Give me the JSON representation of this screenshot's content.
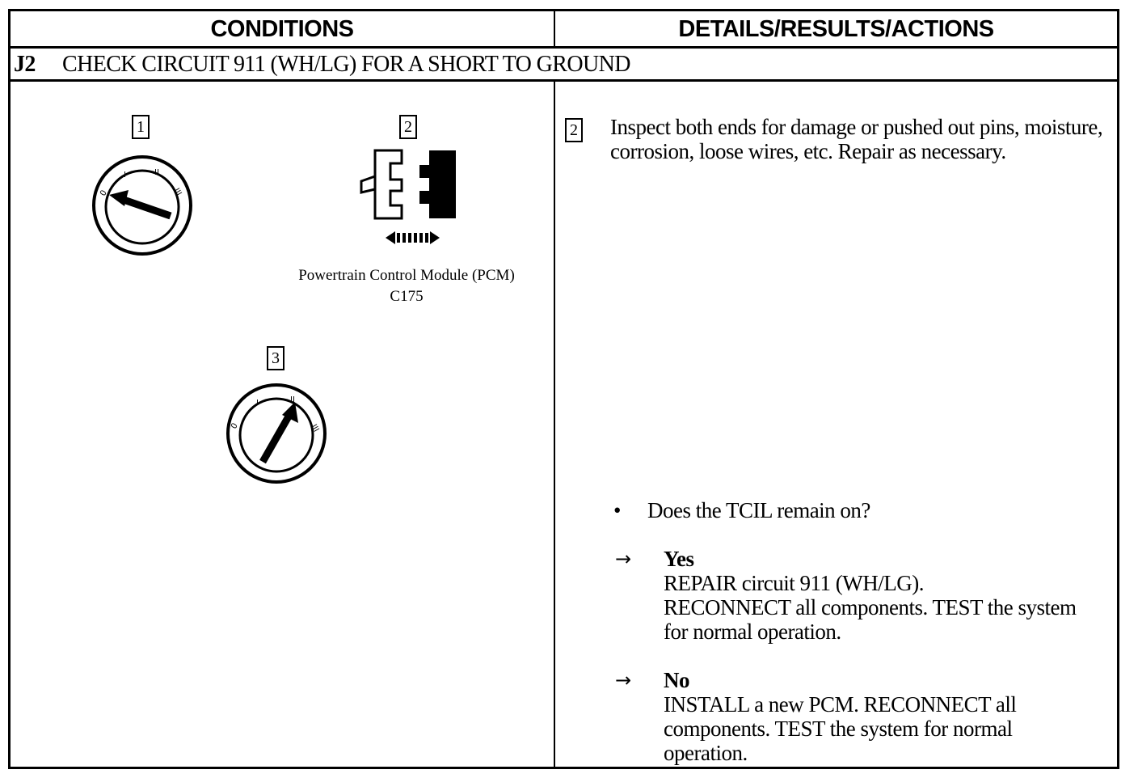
{
  "header": {
    "left_title": "CONDITIONS",
    "right_title": "DETAILS/RESULTS/ACTIONS"
  },
  "step": {
    "id": "J2",
    "title": "CHECK CIRCUIT 911 (WH/LG) FOR A SHORT TO GROUND"
  },
  "conditions": {
    "fig1_number": "1",
    "fig2_number": "2",
    "fig3_number": "3",
    "fig2_caption_line1": "Powertrain Control Module (PCM)",
    "fig2_caption_line2": "C175",
    "icons": [
      "ignition-switch-off-icon",
      "connector-disconnect-icon",
      "ignition-switch-run-icon"
    ]
  },
  "details": {
    "ref_number": "2",
    "instruction": "Inspect both ends for damage or pushed out pins, moisture, corrosion, loose wires, etc. Repair as necessary.",
    "bullet": "•",
    "question": "Does the TCIL remain on?",
    "arrow": "→",
    "yes": {
      "label": "Yes",
      "line1": "REPAIR circuit 911 (WH/LG).",
      "line2": "RECONNECT all components. TEST the system for normal operation."
    },
    "no": {
      "label": "No",
      "text": "INSTALL a new PCM. RECONNECT all components. TEST the system for normal operation."
    }
  }
}
